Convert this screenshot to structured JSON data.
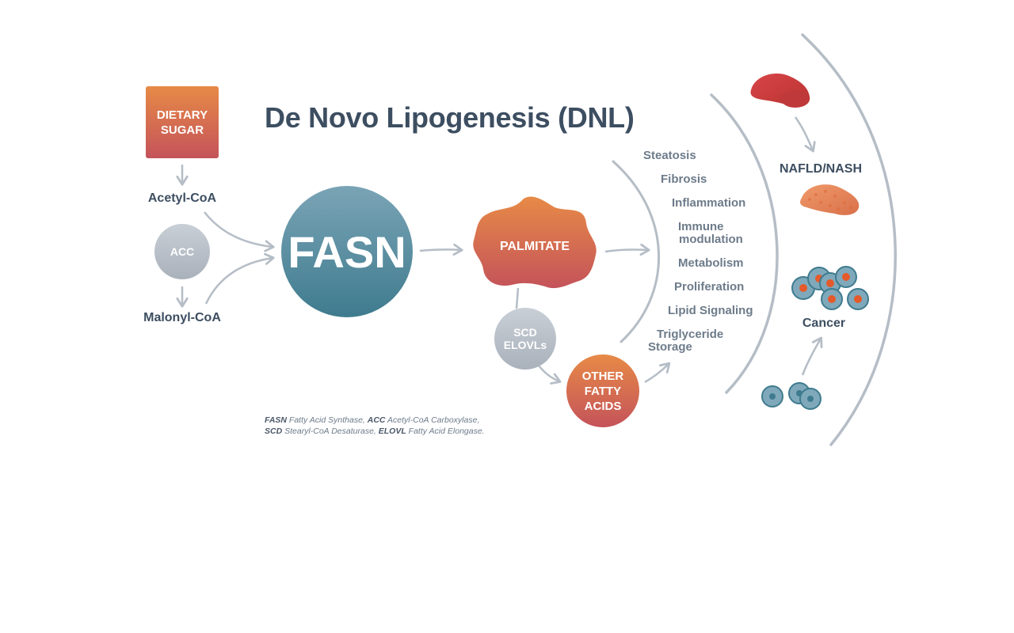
{
  "title": "De Novo Lipogenesis (DNL)",
  "nodes": {
    "dietary_sugar": [
      "DIETARY",
      "SUGAR"
    ],
    "acetyl_coa": "Acetyl-CoA",
    "acc": "ACC",
    "malonyl_coa": "Malonyl-CoA",
    "fasn": "FASN",
    "palmitate": "PALMITATE",
    "scd_elovls": [
      "SCD",
      "ELOVLs"
    ],
    "other_fatty_acids": [
      "OTHER",
      "FATTY",
      "ACIDS"
    ]
  },
  "effects": [
    "Steatosis",
    "Fibrosis",
    "Inflammation",
    "Immune",
    "modulation",
    "Metabolism",
    "Proliferation",
    "Lipid Signaling",
    "Triglyceride",
    "Storage"
  ],
  "diseases": {
    "nafld": "NAFLD/NASH",
    "cancer": "Cancer"
  },
  "footnote": {
    "line1": [
      {
        "abbr": "FASN",
        "text": " Fatty Acid Synthase, "
      },
      {
        "abbr": "ACC",
        "text": " Acetyl-CoA Carboxylase,"
      }
    ],
    "line2": [
      {
        "abbr": "SCD",
        "text": " Stearyl-CoA Desaturase, "
      },
      {
        "abbr": "ELOVL",
        "text": " Fatty Acid Elongase."
      }
    ]
  },
  "colors": {
    "text_dark": "#3d4e61",
    "text_muted": "#6d7b8a",
    "arrow": "#b5bdc6",
    "orange_top": "#e78a47",
    "orange_bottom": "#c4535a",
    "teal_top": "#7aa4b6",
    "teal_bottom": "#3f7b8e",
    "grey_top": "#c9cfd6",
    "grey_bottom": "#a9b1bb",
    "liver_red": "#c9403e",
    "liver_orange": "#e88a5a",
    "cell_blue": "#6a9bb0",
    "cell_nucleus": "#e55a2b"
  },
  "icons": [
    "arrow-icon",
    "liver-healthy-icon",
    "liver-diseased-icon",
    "cancer-cells-icon",
    "normal-cells-icon"
  ]
}
